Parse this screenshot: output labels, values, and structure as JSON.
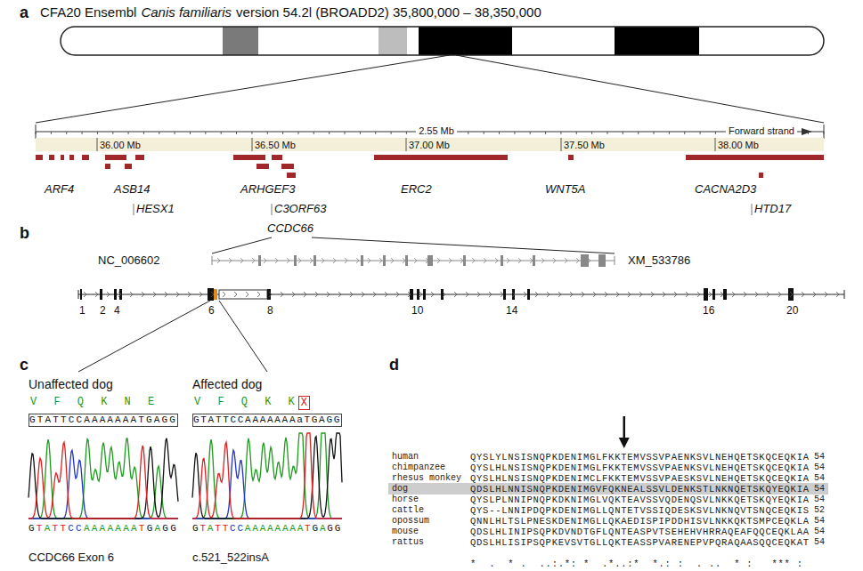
{
  "diagram": {
    "nodes": [
      {
        "text": [
          "X"
        ]
      },
      {
        "text": [
          "dog",
          "QDSLHLNNISNQPKDENIMGVFQKNEALSSVLDENKSTLNKNQETSKQYEQKIA",
          "54"
        ]
      }
    ],
    "labels": [
      "a",
      "CFA20 Ensembl",
      "Canis familiaris",
      "version 54.2l (BROADD2) 35,800,000 – 38,350,000",
      "2.55 Mb",
      "Forward strand",
      "36.00 Mb",
      "36.50 Mb",
      "37.00 Mb",
      "37.50 Mb",
      "38.00 Mb",
      "ARF4",
      "ASB14",
      "HESX1",
      "ARHGEF3",
      "C3ORF63",
      "CCDC66",
      "ERC2",
      "WNT5A",
      "CACNA2D3",
      "HTD17",
      "b",
      "NC_006602",
      "XM_533786",
      "1",
      "2",
      "4",
      "6",
      "8",
      "10",
      "14",
      "16",
      "20",
      "c",
      "Unaffected dog",
      "Affected dog",
      "V F Q K N E",
      "V F Q K K",
      "GTATTCCAAAAAAATGAGG",
      "GTATTCCAAAAAAATGAGG",
      "GTATTCCAAAAAAAaTGAGG",
      "GTATTCCAAAAAAAATGAGG",
      "CCDC66 Exon 6",
      "c.521_522insA",
      "d",
      "human",
      "QYSLYLNSISNQPKDENIMGLFKKTEMVSSVPAENKSVLNEHQETSKQCEQKIA",
      "54",
      "chimpanzee",
      "QYSLHLNSISNQPKDENIMGLFKKTEMVSSVPAENKSVLNEHQETSKQCEQKIA",
      "54",
      "rhesus monkey",
      "QYSLHLNSISNQPKDENIMCLFKKTEMVSSVPAESKSVLNEHQETSKQCEQKIA",
      "54",
      "horse",
      "QYSLPLNNIPNQPKDKNIMGLVQKTEAVSSVQDENQSVLNKKQETSKQYEQKIA",
      "54",
      "cattle",
      "QYS--LNNIPDQPKDENIMGLLQNTETVSSIQDESKSVLNKNQVTSNQCEQKIS",
      "52",
      "opossum",
      "QNNLHLTSLPNESKDENIMGLLQKAEDISPIPDDHISVLNKKQKTSMPCEQKLA",
      "54",
      "mouse",
      "QDSLHLINIPSQPKDVNDTGFLQNTEASPVTSEHEHVHRRAQEAFQQCEQKLAA",
      "54",
      "rattus",
      "QDSLHLISIPSQPKEVSVTGLLQKTEASSPVARENEPVPQRAQAASQQCEQKAT",
      "54",
      "*  .  * .  ..:.*: *  .*..:*  *.: :  . ..  * :   *** :"
    ]
  }
}
